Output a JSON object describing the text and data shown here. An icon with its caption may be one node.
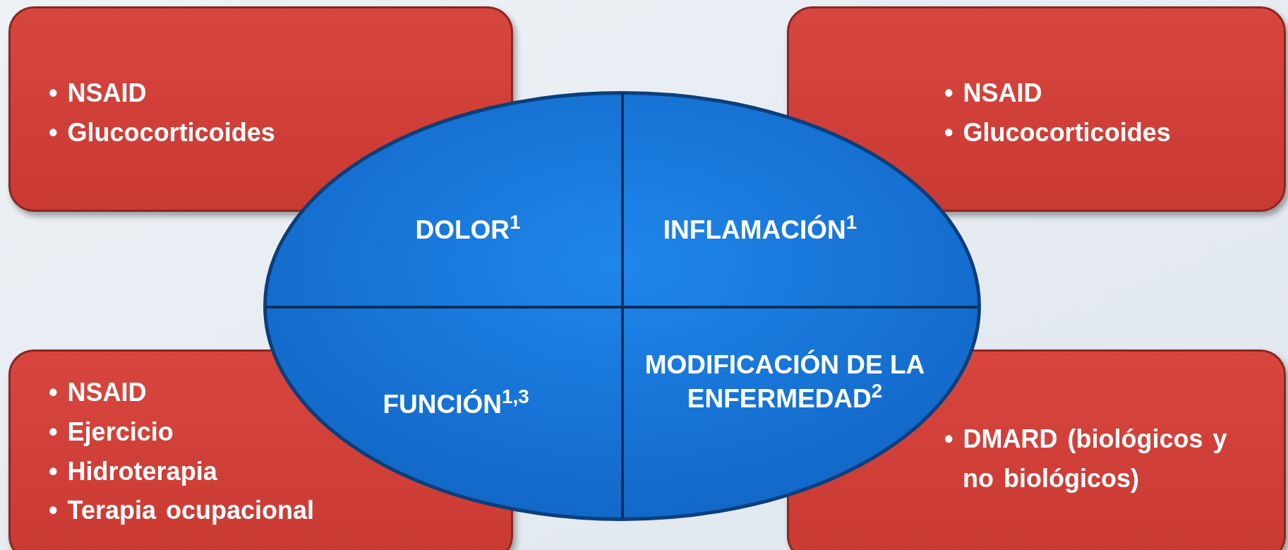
{
  "diagram": {
    "nodes": [
      {
        "text": [
          "• NSAID",
          "• Glucocorticoides"
        ]
      },
      {
        "text": [
          "• NSAID",
          "• Glucocorticoides"
        ]
      },
      {
        "text": [],
        "shape": "ellipse"
      },
      {
        "text": [
          "DOLOR$^{1}$"
        ],
        "in": 2
      },
      {
        "text": [
          "INFLAMACIÓN$^{1}$"
        ],
        "in": 2
      },
      {
        "text": [
          "FUNCIÓN$^{1,3}$"
        ],
        "in": 2
      },
      {
        "text": [
          "MODIFICACIÓN DE LA ENFERMEDAD$^{2}$"
        ],
        "in": 2
      },
      {
        "text": [
          "• NSAID",
          "• Ejercicio",
          "• Hidroterapia",
          "• Terapia ocupacional"
        ]
      },
      {
        "text": [
          "• DMARD (biológicos y no biológicos)"
        ]
      }
    ]
  }
}
